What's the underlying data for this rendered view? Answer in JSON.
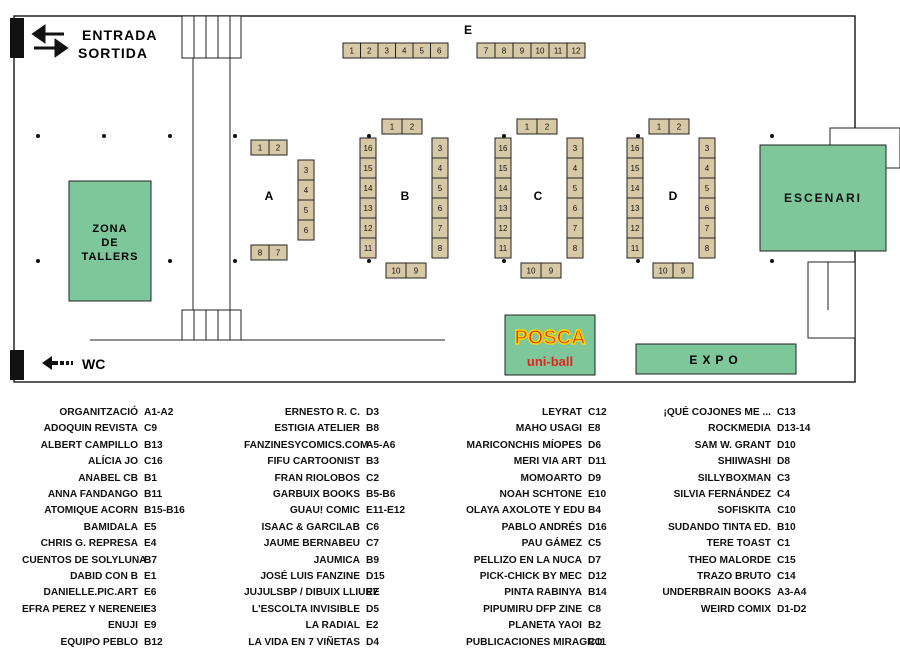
{
  "entrance": {
    "line1": "ENTRADA",
    "line2": "SORTIDA"
  },
  "wc": "WC",
  "zone_e_label": "E",
  "zone_tallers": {
    "line1": "ZONA",
    "line2": "DE",
    "line3": "TALLERS"
  },
  "stage_label": "ESCENARI",
  "expo_label": "EXPO",
  "sponsor": {
    "brand": "POSCA",
    "sub": "uni-ball"
  },
  "islands": {
    "a": "A",
    "b": "B",
    "c": "C",
    "d": "D"
  },
  "tables": {
    "e_left": [
      "1",
      "2",
      "3",
      "4",
      "5",
      "6"
    ],
    "e_right": [
      "7",
      "8",
      "9",
      "10",
      "11",
      "12"
    ],
    "a_top": [
      "1",
      "2"
    ],
    "a_side": [
      "3",
      "4",
      "5",
      "6"
    ],
    "a_bottom": [
      "8",
      "7"
    ],
    "island_top": [
      "1",
      "2"
    ],
    "island_left": [
      "16",
      "15",
      "14",
      "13",
      "12",
      "11"
    ],
    "island_right": [
      "3",
      "4",
      "5",
      "6",
      "7",
      "8"
    ],
    "island_bottom": [
      "10",
      "9"
    ]
  },
  "colors": {
    "table": "#d8c9a6",
    "green": "#7dc79a",
    "wall": "#222222",
    "posca_red": "#e2231a",
    "posca_yellow": "#ffd400"
  },
  "legend": [
    [
      [
        "ORGANITZACIÓ",
        "A1-A2"
      ],
      [
        "ADOQUIN REVISTA",
        "C9"
      ],
      [
        "ALBERT CAMPILLO",
        "B13"
      ],
      [
        "ALÍCIA JO",
        "C16"
      ],
      [
        "ANABEL CB",
        "B1"
      ],
      [
        "ANNA FANDANGO",
        "B11"
      ],
      [
        "ATOMIQUE ACORN",
        "B15-B16"
      ],
      [
        "BAMIDALA",
        "E5"
      ],
      [
        "CHRIS G. REPRESA",
        "E4"
      ],
      [
        "CUENTOS DE SOLYLUNA",
        "B7"
      ],
      [
        "DABID CON B",
        "E1"
      ],
      [
        "DANIELLE.PIC.ART",
        "E6"
      ],
      [
        "EFRA PEREZ Y NERENEII",
        "E3"
      ],
      [
        "ENUJI",
        "E9"
      ],
      [
        "EQUIPO PEBLO",
        "B12"
      ]
    ],
    [
      [
        "ERNESTO R. C.",
        "D3"
      ],
      [
        "ESTIGIA ATELIER",
        "B8"
      ],
      [
        "FANZINESYCOMICS.COM",
        "A5-A6"
      ],
      [
        "FIFU CARTOONIST",
        "B3"
      ],
      [
        "FRAN RIOLOBOS",
        "C2"
      ],
      [
        "GARBUIX BOOKS",
        "B5-B6"
      ],
      [
        "GUAU! COMIC",
        "E11-E12"
      ],
      [
        "ISAAC & GARCILAB",
        "C6"
      ],
      [
        "JAUME BERNABEU",
        "C7"
      ],
      [
        "JAUMICA",
        "B9"
      ],
      [
        "JOSÉ LUIS FANZINE",
        "D15"
      ],
      [
        "JUJULSBP / DIBUIX LLIURE",
        "E7"
      ],
      [
        "L'ESCOLTA INVISIBLE",
        "D5"
      ],
      [
        "LA RADIAL",
        "E2"
      ],
      [
        "LA VIDA EN 7 VIÑETAS",
        "D4"
      ]
    ],
    [
      [
        "LEYRAT",
        "C12"
      ],
      [
        "MAHO USAGI",
        "E8"
      ],
      [
        "MARICONCHIS MÍOPES",
        "D6"
      ],
      [
        "MERI VIA ART",
        "D11"
      ],
      [
        "MOMOARTO",
        "D9"
      ],
      [
        "NOAH SCHTONE",
        "E10"
      ],
      [
        "OLAYA AXOLOTE Y EDU",
        "B4"
      ],
      [
        "PABLO ANDRÉS",
        "D16"
      ],
      [
        "PAU GÁMEZ",
        "C5"
      ],
      [
        "PELLIZO EN LA NUCA",
        "D7"
      ],
      [
        "PICK-CHICK BY MEC",
        "D12"
      ],
      [
        "PINTA RABINYA",
        "B14"
      ],
      [
        "PIPUMIRU DFP ZINE",
        "C8"
      ],
      [
        "PLANETA YAOI",
        "B2"
      ],
      [
        "PUBLICACIONES MIRAGRO",
        "C11"
      ]
    ],
    [
      [
        "¡QUÉ COJONES ME ...",
        "C13"
      ],
      [
        "ROCKMEDIA",
        "D13-14"
      ],
      [
        "SAM W. GRANT",
        "D10"
      ],
      [
        "SHIIWASHI",
        "D8"
      ],
      [
        "SILLYBOXMAN",
        "C3"
      ],
      [
        "SILVIA FERNÁNDEZ",
        "C4"
      ],
      [
        "SOFISKITA",
        "C10"
      ],
      [
        "SUDANDO TINTA ED.",
        "B10"
      ],
      [
        "TERE TOAST",
        "C1"
      ],
      [
        "THEO MALORDE",
        "C15"
      ],
      [
        "TRAZO BRUTO",
        "C14"
      ],
      [
        "UNDERBRAIN BOOKS",
        "A3-A4"
      ],
      [
        "WEIRD COMIX",
        "D1-D2"
      ]
    ]
  ]
}
